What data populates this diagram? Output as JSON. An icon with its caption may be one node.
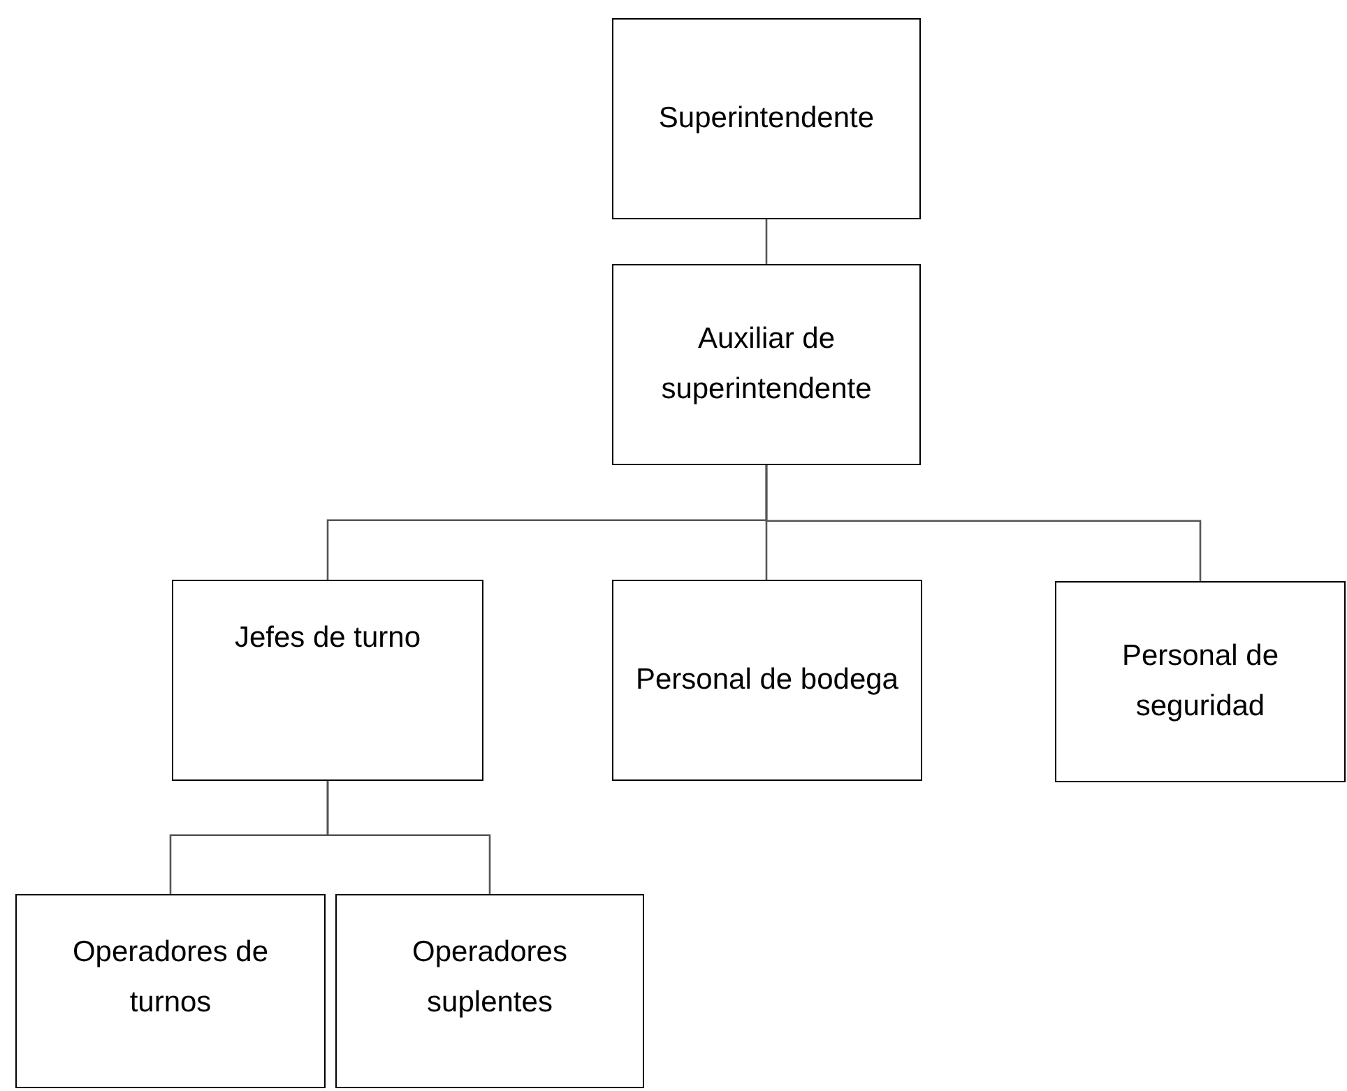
{
  "diagram": {
    "nodes": [
      {
        "text": [
          "Superintendente"
        ]
      },
      {
        "text": [
          "Auxiliar de superintendente"
        ]
      },
      {
        "text": [
          "Jefes de turno"
        ]
      },
      {
        "text": [
          "Personal de bodega"
        ]
      },
      {
        "text": [
          "Personal de seguridad"
        ]
      },
      {
        "text": [
          "Operadores de turnos"
        ]
      },
      {
        "text": [
          "Operadores suplentes"
        ]
      }
    ],
    "edges": [
      {
        "from": 0,
        "to": 1,
        "arrow": "none"
      },
      {
        "from": 1,
        "to": 2,
        "arrow": "none"
      },
      {
        "from": 1,
        "to": 3,
        "arrow": "none"
      },
      {
        "from": 1,
        "to": 4,
        "arrow": "none"
      },
      {
        "from": 2,
        "to": 5,
        "arrow": "none"
      },
      {
        "from": 2,
        "to": 6,
        "arrow": "none"
      }
    ]
  }
}
